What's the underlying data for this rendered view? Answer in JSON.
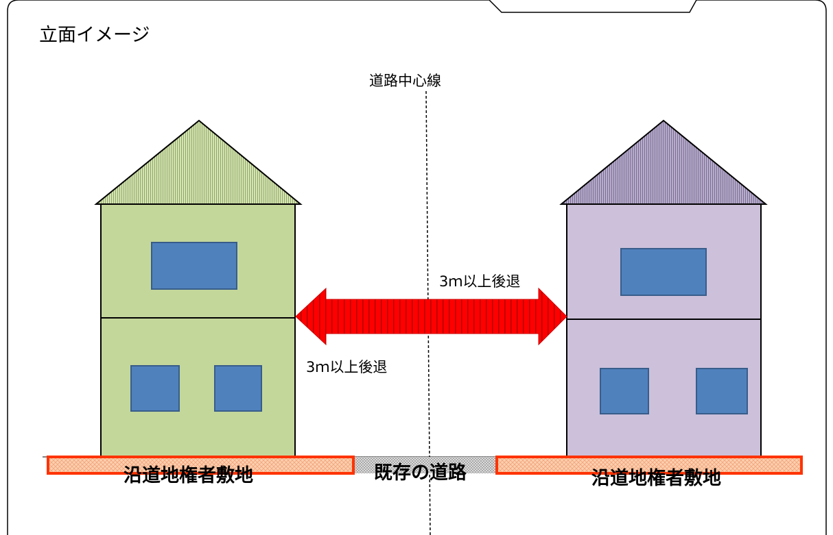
{
  "title": "立面イメージ",
  "centerline_label": "道路中心線",
  "setback_label_upper": "3ｍ以上後退",
  "setback_label_lower": "3ｍ以上後退",
  "left_lot_label": "沿道地権者敷地",
  "road_label": "既存の道路",
  "right_lot_label": "沿道地権者敷地",
  "colors": {
    "left_house_wall": "#c4d79b",
    "left_house_roof": "#b8cc8c",
    "right_house_wall": "#ccc0da",
    "right_house_roof": "#a79bba",
    "window": "#4f81bd",
    "arrow": "#ff0000",
    "lot_border": "#ff3300",
    "lot_fill": "#fbd4b4",
    "road_fill": "#d0d0d0"
  }
}
